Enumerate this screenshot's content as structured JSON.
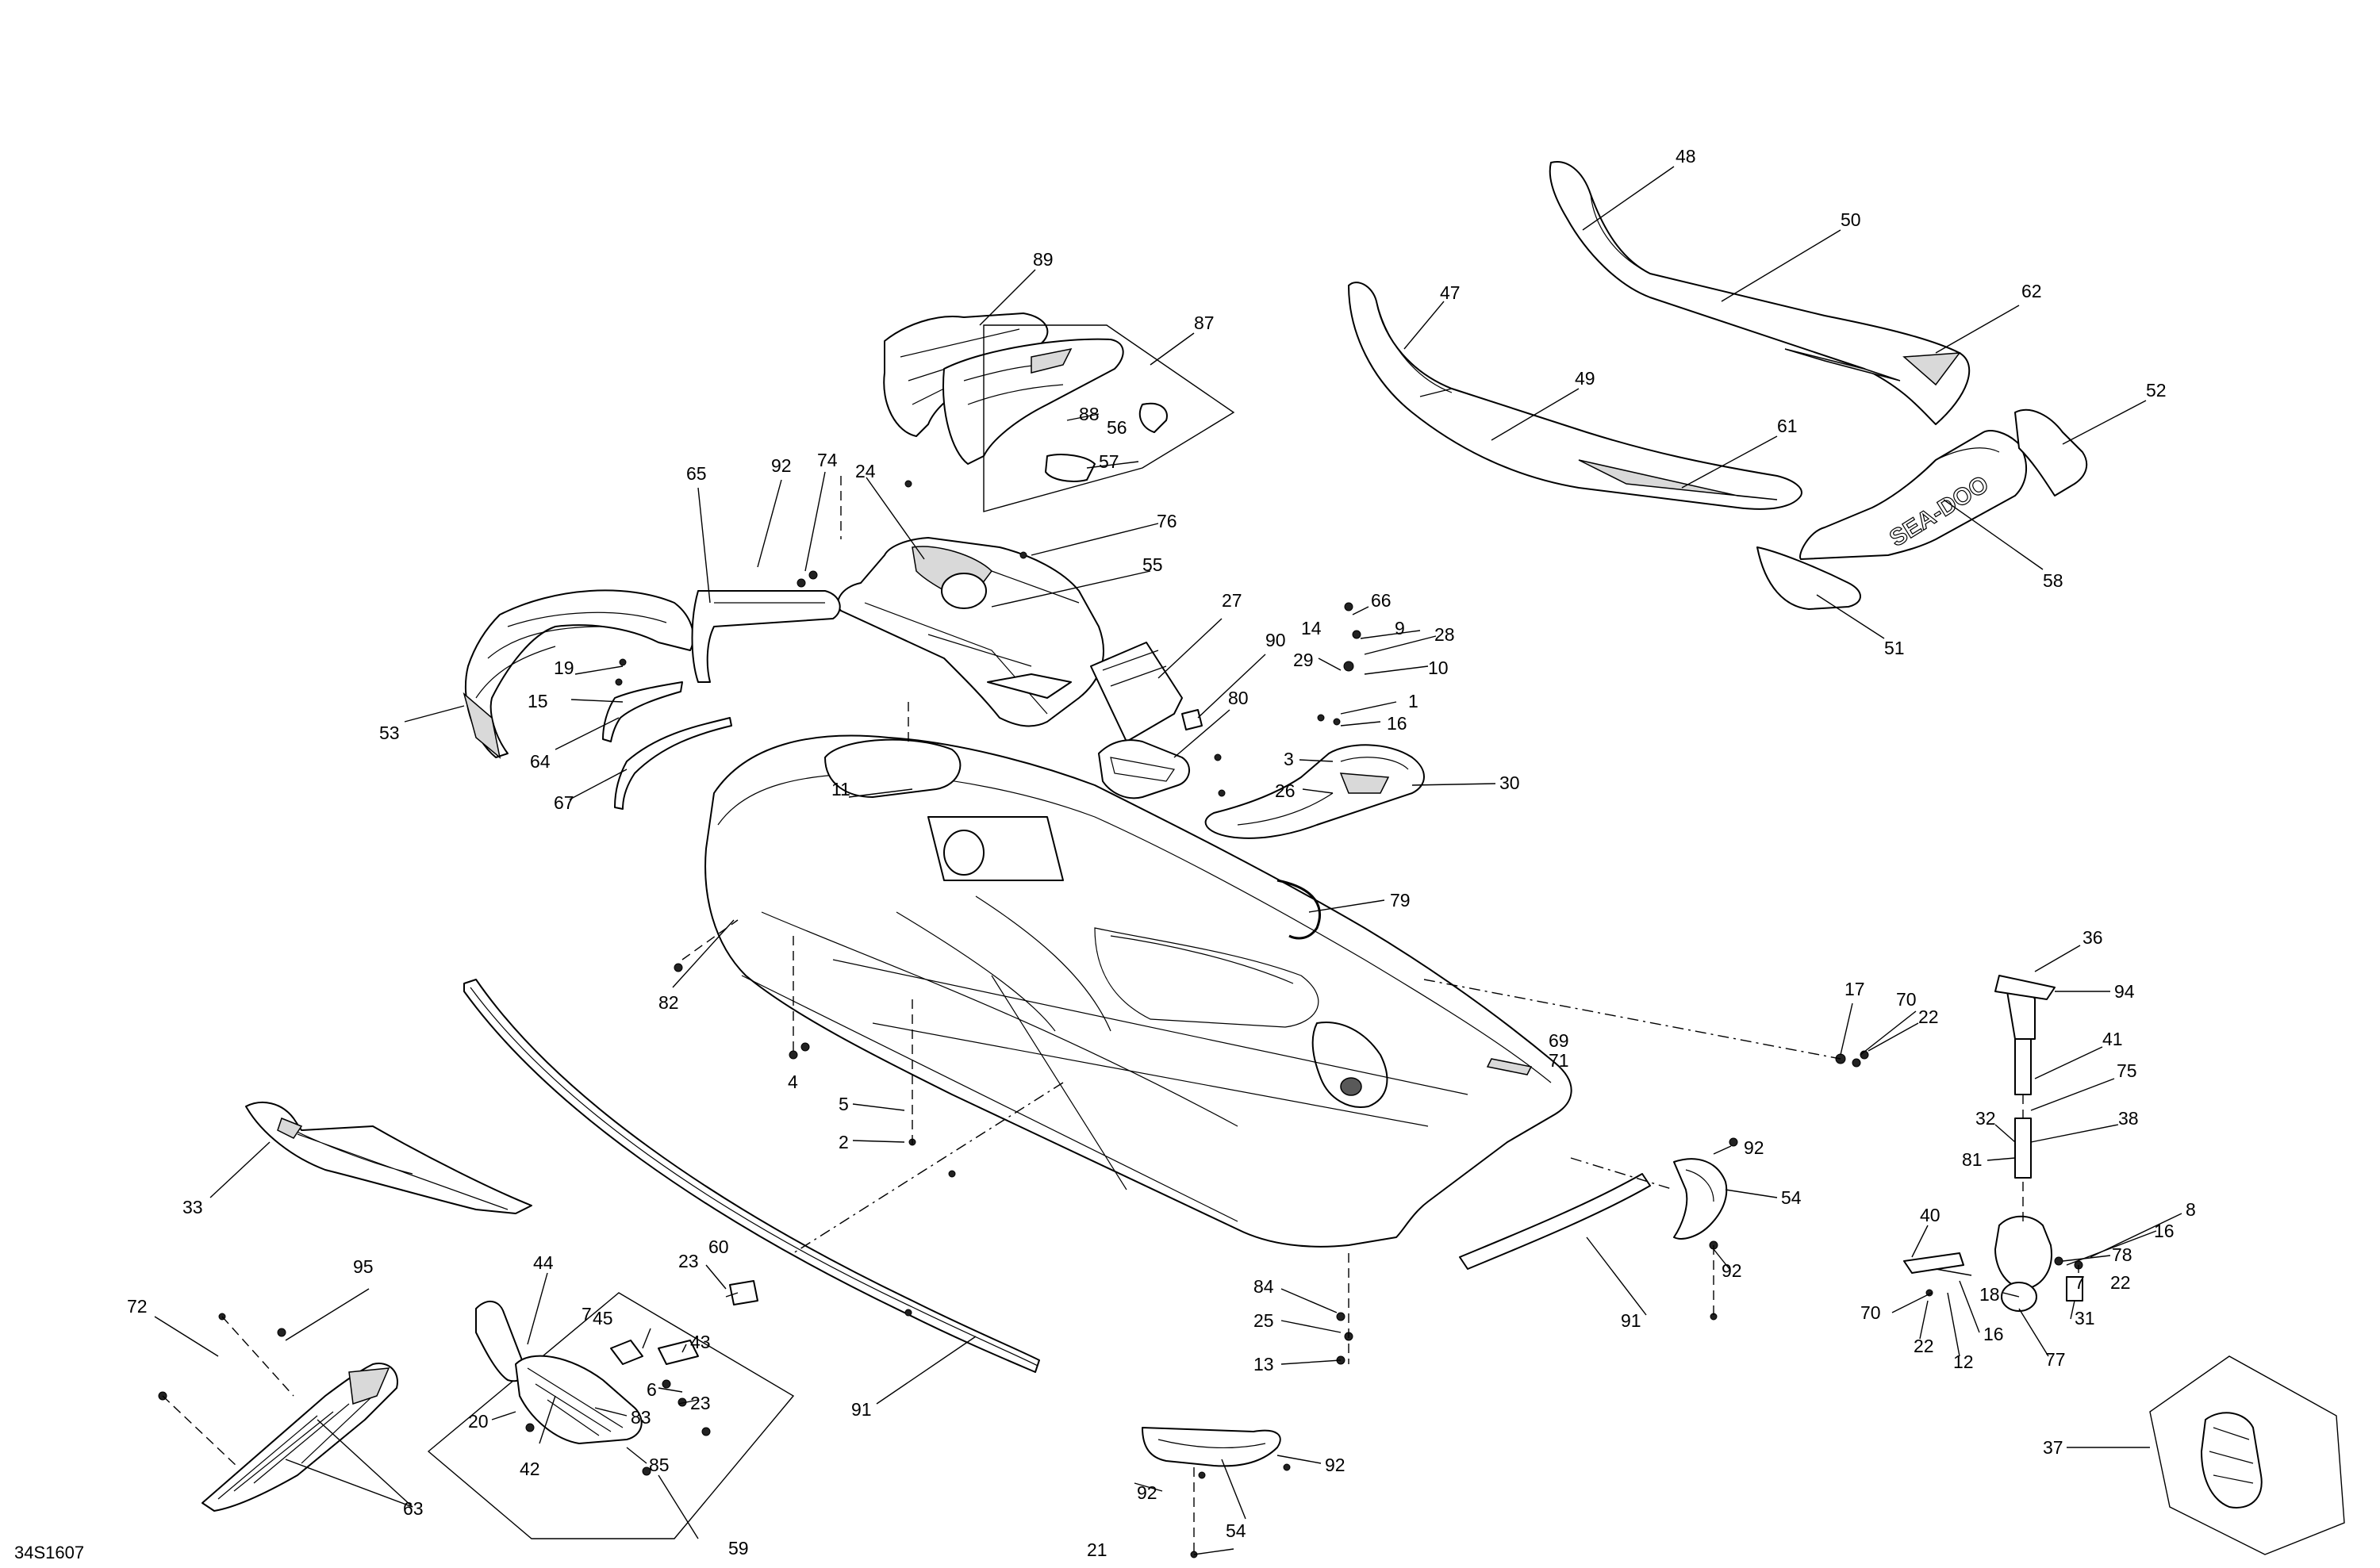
{
  "diagram_code": "34S1607",
  "brand_lettering": "SEA-DOO",
  "callouts": [
    "1",
    "2",
    "3",
    "4",
    "5",
    "6",
    "7",
    "8",
    "9",
    "10",
    "11",
    "12",
    "13",
    "14",
    "15",
    "16",
    "17",
    "18",
    "19",
    "20",
    "21",
    "22",
    "23",
    "24",
    "25",
    "26",
    "27",
    "28",
    "29",
    "30",
    "31",
    "32",
    "33",
    "36",
    "37",
    "38",
    "40",
    "41",
    "42",
    "43",
    "44",
    "45",
    "47",
    "48",
    "49",
    "50",
    "51",
    "52",
    "53",
    "54",
    "55",
    "56",
    "57",
    "58",
    "59",
    "60",
    "61",
    "62",
    "63",
    "64",
    "65",
    "66",
    "67",
    "69",
    "70",
    "71",
    "72",
    "74",
    "75",
    "76",
    "77",
    "78",
    "79",
    "80",
    "81",
    "82",
    "83",
    "84",
    "85",
    "87",
    "88",
    "89",
    "90",
    "91",
    "92",
    "94",
    "95"
  ]
}
